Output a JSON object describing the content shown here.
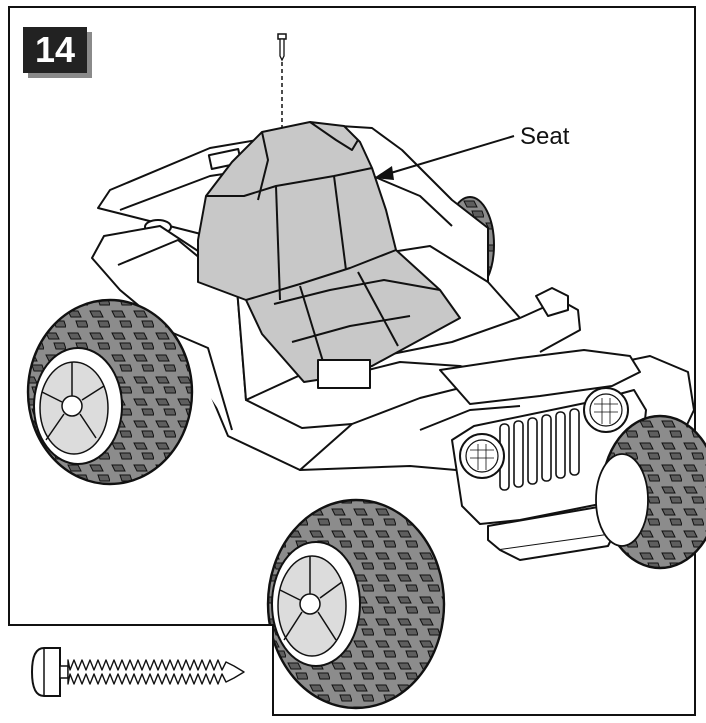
{
  "step": {
    "number": "14"
  },
  "callout": {
    "label": "Seat"
  },
  "colors": {
    "line": "#111111",
    "seat": "#c8c8c8",
    "tire": "#8c8c8c",
    "tire_dark": "#5c5c5c",
    "badge": "#222222",
    "badge_shadow": "#8a8a8a"
  },
  "icons": {
    "screw": "screw-icon",
    "arrow": "callout-arrow"
  }
}
